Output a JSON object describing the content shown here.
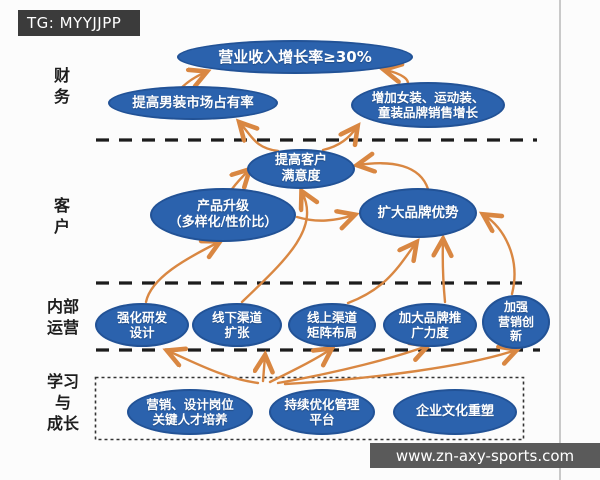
{
  "overlays": {
    "tg_badge": "TG: MYYJJPP",
    "site_watermark": "www.zn-axy-sports.com"
  },
  "colors": {
    "background": "#fcfcfc",
    "node_fill": "#2b62ad",
    "node_text": "#ffffff",
    "arrow": "#d98742",
    "divider": "#1c1c1c",
    "badge_bg": "#3b3b3b",
    "watermark_bg": "#5a5a5a"
  },
  "perspectives": [
    {
      "id": "finance",
      "label": "财\n务"
    },
    {
      "id": "customer",
      "label": "客\n户"
    },
    {
      "id": "internal-operations",
      "label": "内部\n运营"
    },
    {
      "id": "learning-growth",
      "label": "学习\n与\n成长"
    }
  ],
  "nodes": [
    {
      "id": "revenue-growth",
      "perspective": "finance",
      "label": "营业收入增长率≥30%"
    },
    {
      "id": "menswear-share",
      "perspective": "finance",
      "label": "提高男装市场占有率"
    },
    {
      "id": "womenswear-growth",
      "perspective": "finance",
      "label": "增加女装、运动装、\n童装品牌销售增长"
    },
    {
      "id": "customer-satisfaction",
      "perspective": "customer",
      "label": "提高客户\n满意度"
    },
    {
      "id": "product-upgrade",
      "perspective": "customer",
      "label": "产品升级\n（多样化/性价比）"
    },
    {
      "id": "brand-advantage",
      "perspective": "customer",
      "label": "扩大品牌优势"
    },
    {
      "id": "rd-design",
      "perspective": "internal-operations",
      "label": "强化研发\n设计"
    },
    {
      "id": "offline-channel",
      "perspective": "internal-operations",
      "label": "线下渠道\n扩张"
    },
    {
      "id": "online-channel",
      "perspective": "internal-operations",
      "label": "线上渠道\n矩阵布局"
    },
    {
      "id": "brand-promotion",
      "perspective": "internal-operations",
      "label": "加大品牌推\n广力度"
    },
    {
      "id": "marketing-innovation",
      "perspective": "internal-operations",
      "label": "加强\n营销创\n新"
    },
    {
      "id": "talent-training",
      "perspective": "learning-growth",
      "label": "营销、设计岗位\n关键人才培养"
    },
    {
      "id": "management-platform",
      "perspective": "learning-growth",
      "label": "持续优化管理\n平台"
    },
    {
      "id": "culture-reshaping",
      "perspective": "learning-growth",
      "label": "企业文化重塑"
    }
  ]
}
